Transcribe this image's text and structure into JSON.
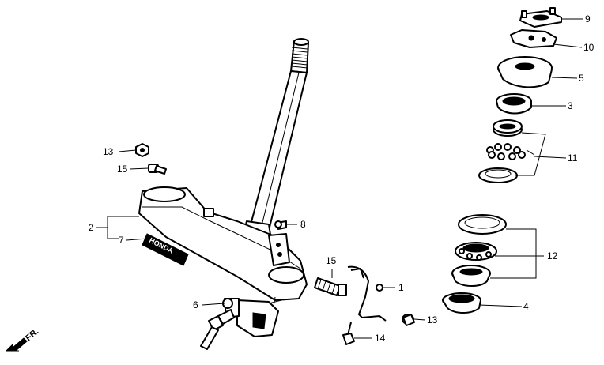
{
  "callouts": {
    "c1": "1",
    "c2": "2",
    "c3": "3",
    "c4": "4",
    "c5": "5",
    "c6": "6",
    "c7": "7",
    "c8": "8",
    "c9": "9",
    "c10": "10",
    "c11": "11",
    "c12": "12",
    "c13a": "13",
    "c13b": "13",
    "c14": "14",
    "c15a": "15",
    "c15b": "15"
  },
  "direction_label": "FR.",
  "emblem_text": "HONDA",
  "colors": {
    "line": "#000000",
    "background": "#ffffff",
    "shade": "#9a9a9a"
  }
}
